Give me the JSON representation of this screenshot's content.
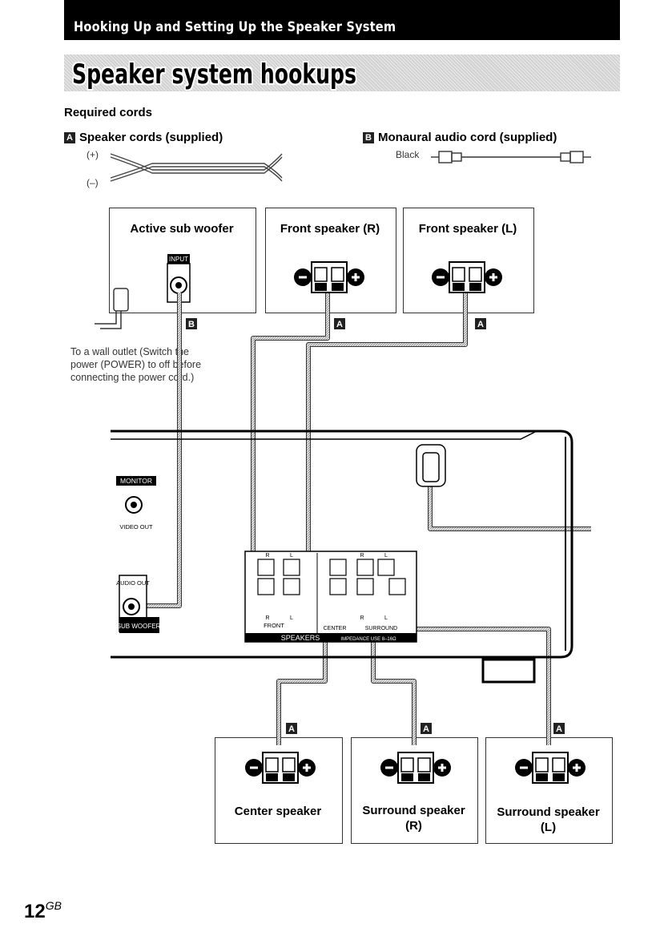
{
  "header": {
    "title": "Hooking Up and Setting Up the Speaker System"
  },
  "section": {
    "title": "Speaker system hookups"
  },
  "required_cords": {
    "heading": "Required cords",
    "cord_a": {
      "badge": "A",
      "label": "Speaker cords (supplied)",
      "plus": "(+)",
      "minus": "(–)"
    },
    "cord_b": {
      "badge": "B",
      "label": "Monaural audio cord (supplied)",
      "color_note": "Black"
    }
  },
  "speakers_top": [
    {
      "label": "Active sub woofer",
      "port": "INPUT"
    },
    {
      "label": "Front speaker (R)"
    },
    {
      "label": "Front speaker (L)"
    }
  ],
  "speakers_bottom": [
    {
      "label": "Center speaker"
    },
    {
      "label": "Surround speaker (R)"
    },
    {
      "label": "Surround speaker (L)"
    }
  ],
  "wall_note": "To a wall outlet (Switch the power (POWER) to off before connecting the power cord.)",
  "receiver": {
    "monitor": "MONITOR",
    "video_out": "VIDEO OUT",
    "audio_out": "AUDIO OUT",
    "sub_woofer": "SUB WOOFER",
    "speakers": "SPEAKERS",
    "impedance": "IMPEDANCE USE 8–16Ω",
    "front": "FRONT",
    "center": "CENTER",
    "surround": "SURROUND",
    "r": "R",
    "l": "L"
  },
  "cable_labels": {
    "a": "A",
    "b": "B"
  },
  "page": {
    "number": "12",
    "suffix": "GB"
  }
}
